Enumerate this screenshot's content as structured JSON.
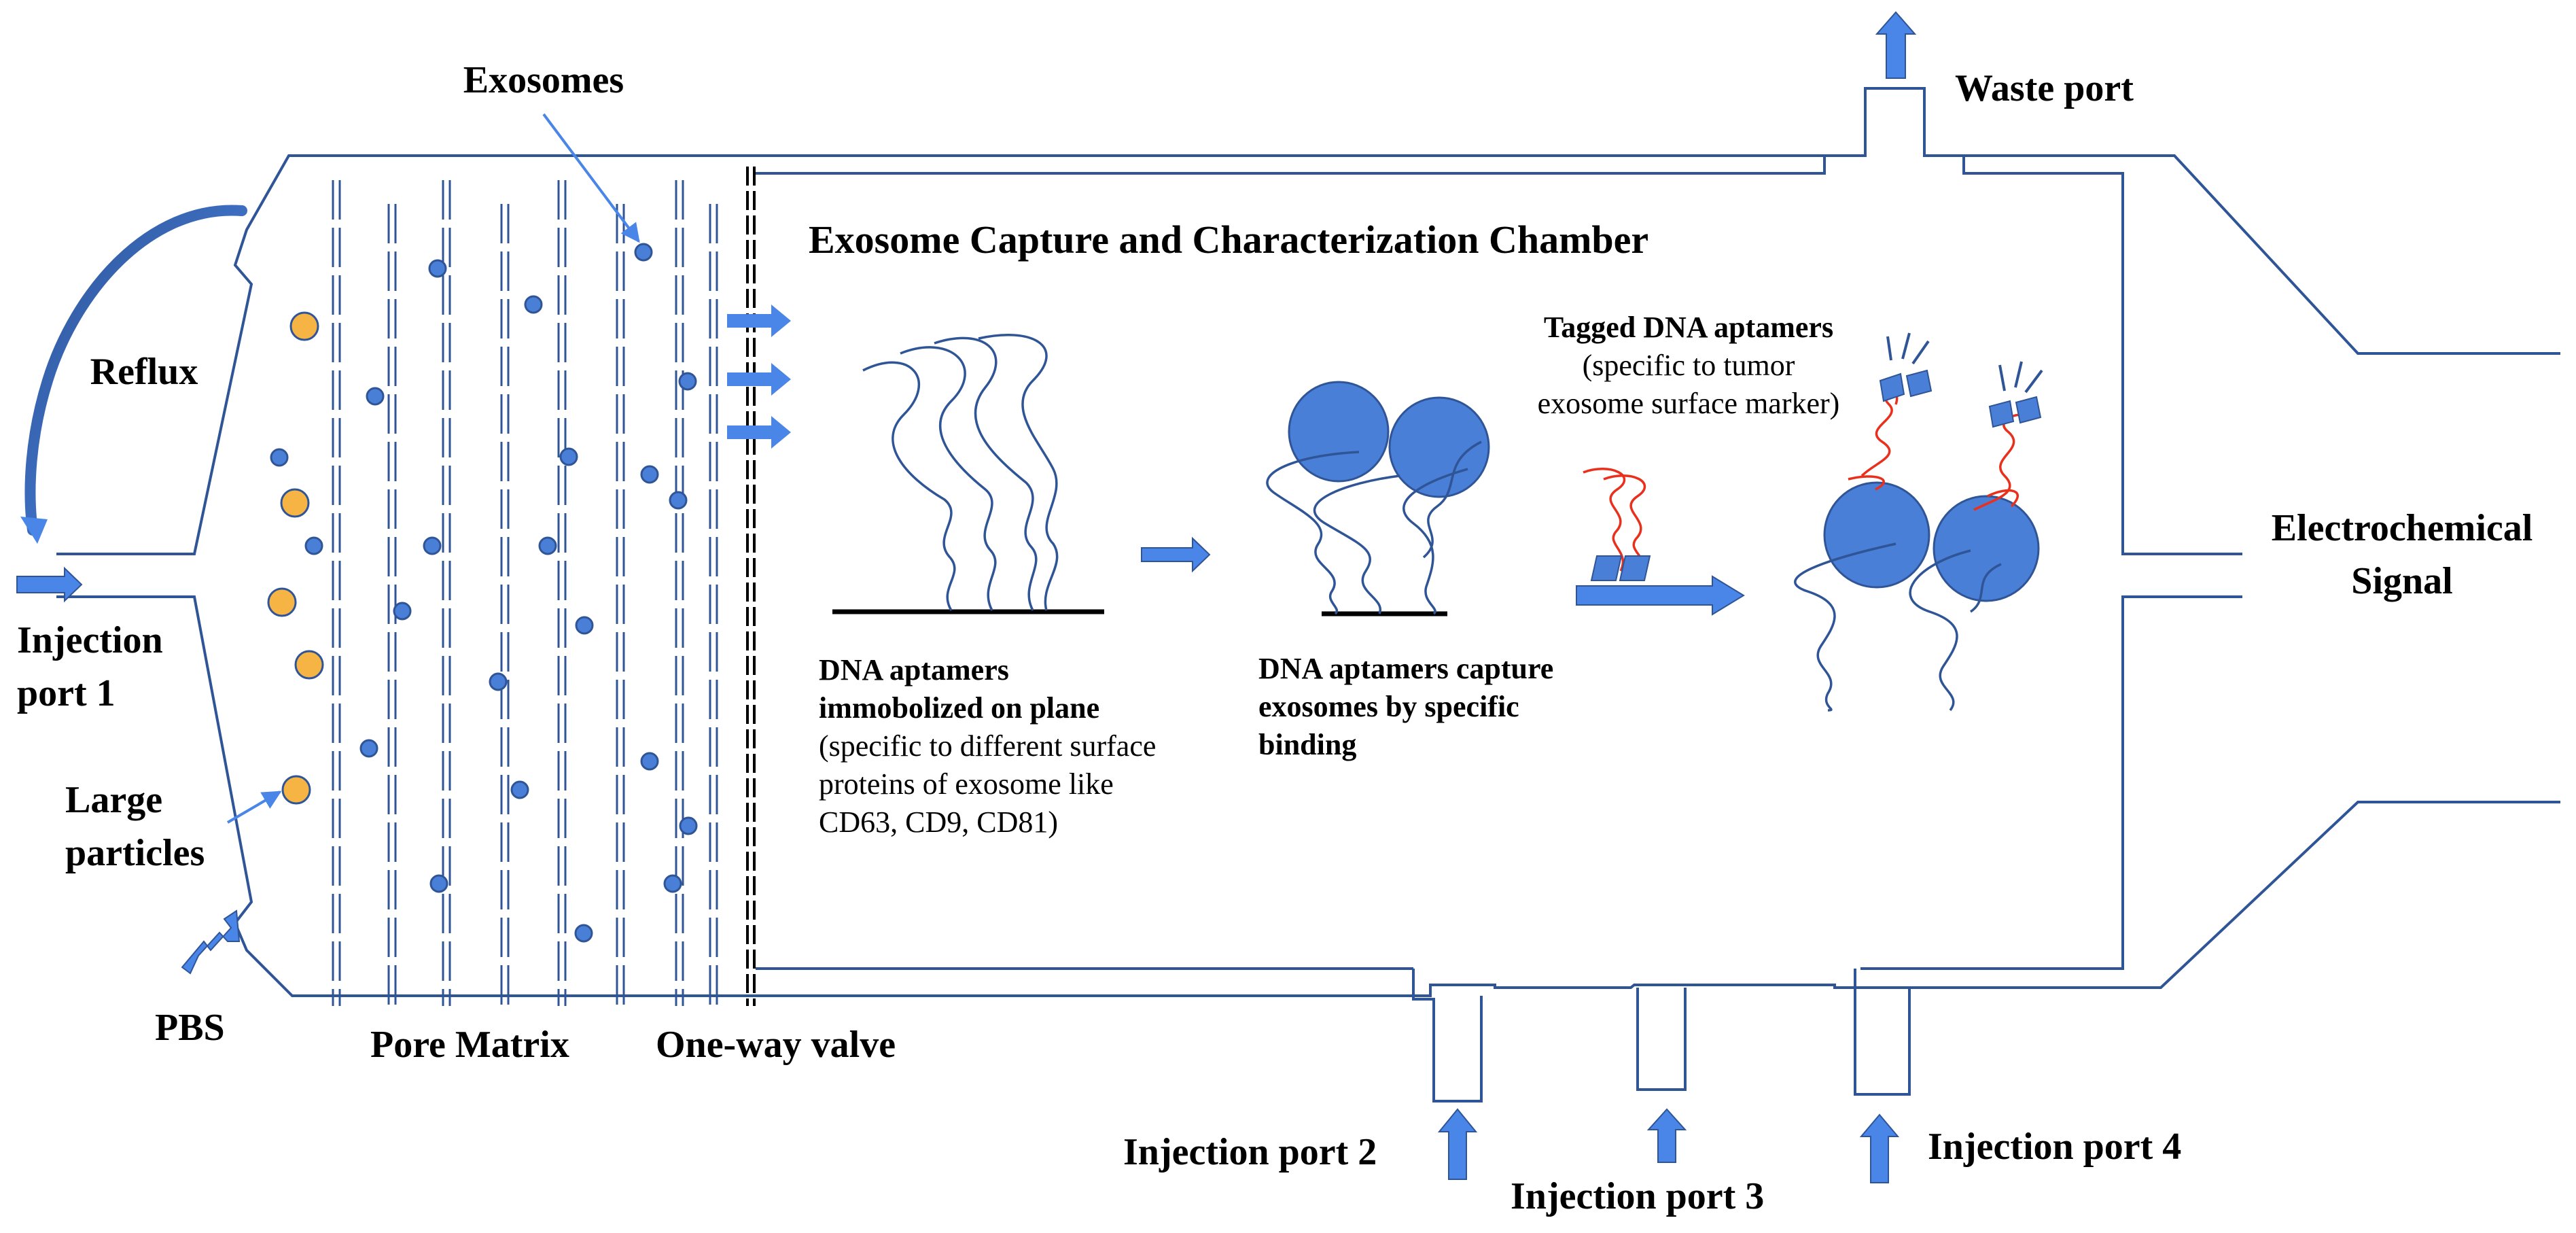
{
  "labels": {
    "exosomes": "Exosomes",
    "reflux": "Reflux",
    "injection_port_1_line1": "Injection",
    "injection_port_1_line2": "port 1",
    "large_particles_line1": "Large",
    "large_particles_line2": "particles",
    "pbs": "PBS",
    "pore_matrix": "Pore Matrix",
    "one_way_valve": "One-way valve",
    "waste_port": "Waste port",
    "chamber_title": "Exosome Capture and Characterization Chamber",
    "electrochemical_line1": "Electrochemical",
    "electrochemical_line2": "Signal",
    "injection_port_2": "Injection port 2",
    "injection_port_3": "Injection port 3",
    "injection_port_4": "Injection port 4"
  },
  "steps": {
    "immobilized": {
      "title_line1": "DNA aptamers",
      "title_line2": "immobolized on plane",
      "desc_line1": "(specific to different surface",
      "desc_line2": "proteins of exosome like",
      "desc_line3": "CD63, CD9, CD81)"
    },
    "capture": {
      "line1": "DNA aptamers capture",
      "line2": "exosomes by specific",
      "line3": "binding"
    },
    "tagged": {
      "title": "Tagged DNA aptamers",
      "desc_line1": "(specific to tumor",
      "desc_line2": "exosome surface marker)"
    }
  },
  "colors": {
    "outline": "#2F5597",
    "exosome_fill": "#4A7FD8",
    "arrow_fill": "#4A86E8",
    "large_particle": "#F6B444",
    "tag_strand": "#E8301C",
    "valve": "#000000"
  }
}
